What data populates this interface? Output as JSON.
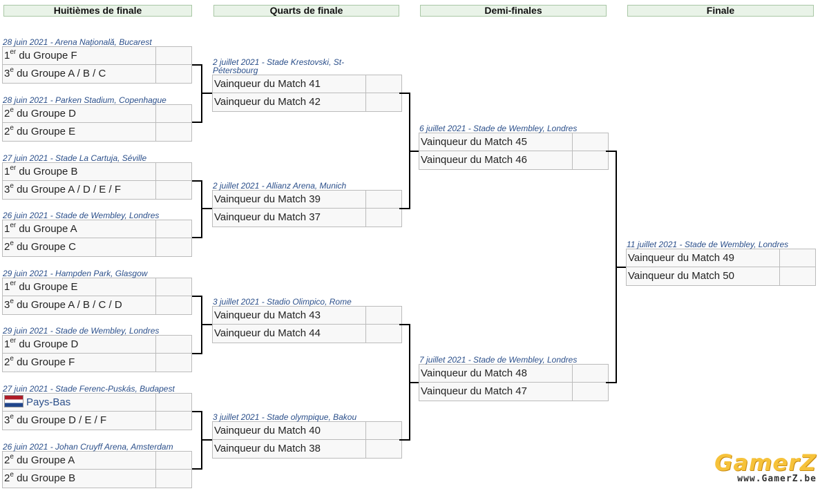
{
  "rounds": {
    "r16": "Huitièmes de finale",
    "qf": "Quarts de finale",
    "sf": "Demi-finales",
    "final": "Finale"
  },
  "r16": [
    {
      "info": "28 juin 2021 - Arena Națională, Bucarest",
      "t1": {
        "sup": "er",
        "rest": " du Groupe F"
      },
      "t2": {
        "sup": "e",
        "rest": " du Groupe A / B / C"
      }
    },
    {
      "info": "28 juin 2021 - Parken Stadium, Copenhague",
      "t1": {
        "sup": "e",
        "rest": " du Groupe D"
      },
      "t2": {
        "sup": "e",
        "rest": " du Groupe E"
      }
    },
    {
      "info": "27 juin 2021 - Stade La Cartuja, Séville",
      "t1": {
        "sup": "er",
        "rest": " du Groupe B"
      },
      "t2": {
        "sup": "e",
        "rest": " du Groupe A / D / E / F"
      }
    },
    {
      "info": "26 juin 2021 - Stade de Wembley, Londres",
      "t1": {
        "sup": "er",
        "rest": " du Groupe A"
      },
      "t2": {
        "sup": "e",
        "rest": " du Groupe C"
      }
    },
    {
      "info": "29 juin 2021 - Hampden Park, Glasgow",
      "t1": {
        "sup": "er",
        "rest": " du Groupe E"
      },
      "t2": {
        "sup": "e",
        "rest": " du Groupe A / B / C / D"
      }
    },
    {
      "info": "29 juin 2021 - Stade de Wembley, Londres",
      "t1": {
        "sup": "er",
        "rest": " du Groupe D"
      },
      "t2": {
        "sup": "e",
        "rest": " du Groupe F"
      }
    },
    {
      "info": "27 juin 2021 - Stade Ferenc-Puskás, Budapest",
      "t1": {
        "country": "Pays-Bas"
      },
      "t2": {
        "sup": "e",
        "rest": " du Groupe D / E / F"
      }
    },
    {
      "info": "26 juin 2021 - Johan Cruyff Arena, Amsterdam",
      "t1": {
        "sup": "e",
        "rest": " du Groupe A"
      },
      "t2": {
        "sup": "e",
        "rest": " du Groupe B"
      }
    }
  ],
  "r16_nums": [
    "1",
    "3",
    "2",
    "2",
    "1",
    "3",
    "1",
    "2",
    "1",
    "3",
    "1",
    "2",
    "",
    "3",
    "2",
    "2"
  ],
  "qf": [
    {
      "info": "2 juillet 2021 - Stade Krestovski, St-Pétersbourg",
      "t1": "Vainqueur du Match 41",
      "t2": "Vainqueur du Match 42"
    },
    {
      "info": "2 juillet 2021 - Allianz Arena, Munich",
      "t1": "Vainqueur du Match 39",
      "t2": "Vainqueur du Match 37"
    },
    {
      "info": "3 juillet 2021 - Stadio Olimpico, Rome",
      "t1": "Vainqueur du Match 43",
      "t2": "Vainqueur du Match 44"
    },
    {
      "info": "3 juillet 2021 - Stade olympique, Bakou",
      "t1": "Vainqueur du Match 40",
      "t2": "Vainqueur du Match 38"
    }
  ],
  "sf": [
    {
      "info": "6 juillet 2021 - Stade de Wembley, Londres",
      "t1": "Vainqueur du Match 45",
      "t2": "Vainqueur du Match 46"
    },
    {
      "info": "7 juillet 2021 - Stade de Wembley, Londres",
      "t1": "Vainqueur du Match 48",
      "t2": "Vainqueur du Match 47"
    }
  ],
  "final": {
    "info": "11 juillet 2021 - Stade de Wembley, Londres",
    "t1": "Vainqueur du Match 49",
    "t2": "Vainqueur du Match 50"
  },
  "watermark": {
    "logo": "GamerZ",
    "url": "www.GamerZ.be"
  },
  "colors": {
    "header_bg": "#e9f3e8",
    "info_text": "#2b4f8a",
    "connector": "#000000"
  }
}
